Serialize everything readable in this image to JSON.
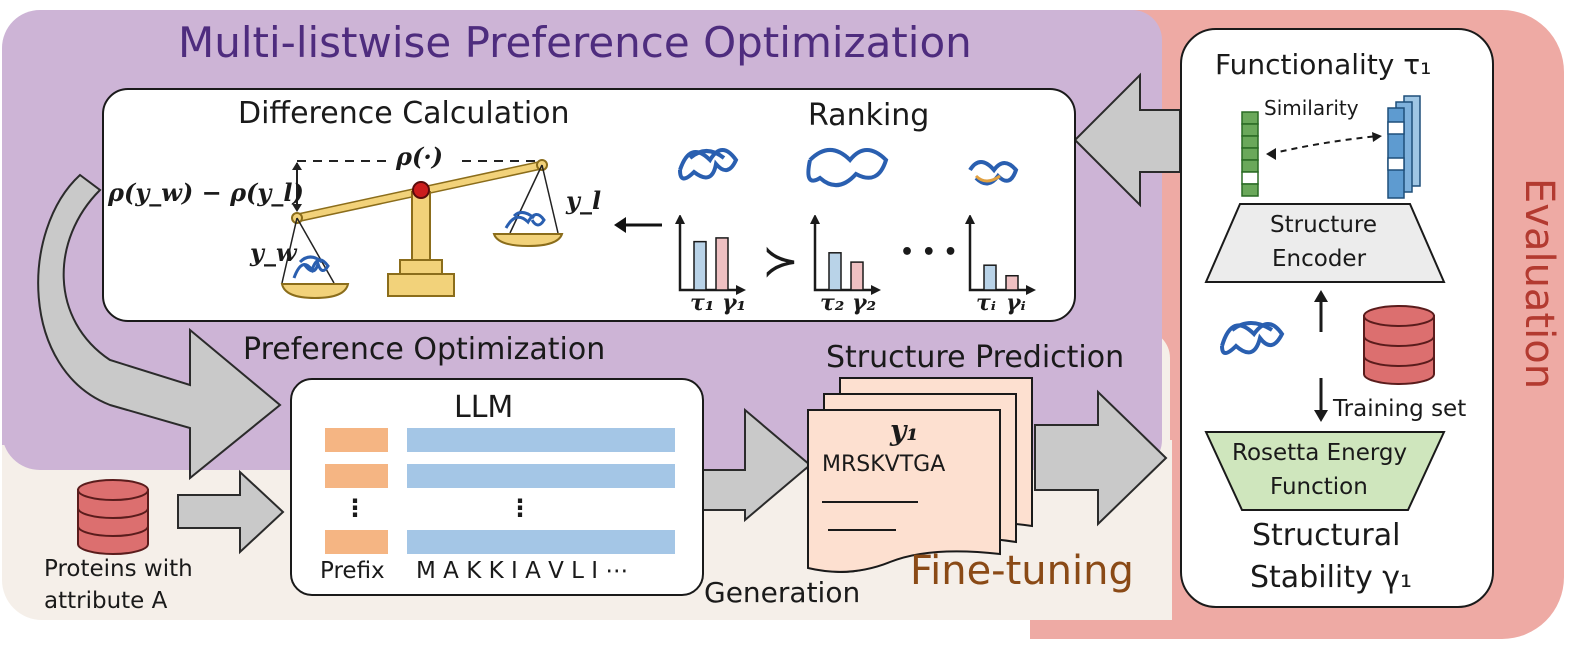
{
  "title": "Multi-listwise Preference Optimization",
  "evaluation_label": "Evaluation",
  "finetuning_label": "Fine-tuning",
  "difference": {
    "title": "Difference Calculation",
    "rho_formula": "ρ(y_w) − ρ(y_l)",
    "rho_op": "ρ(·)",
    "yw": "y_w",
    "yl": "y_l"
  },
  "ranking": {
    "title": "Ranking",
    "succ": "≻",
    "dots": "• • •",
    "charts": [
      {
        "tau": "τ₁",
        "gamma": "γ₁",
        "tau_value": 0.78,
        "gamma_value": 0.84
      },
      {
        "tau": "τ₂",
        "gamma": "γ₂",
        "tau_value": 0.6,
        "gamma_value": 0.45
      },
      {
        "tau": "τᵢ",
        "gamma": "γᵢ",
        "tau_value": 0.4,
        "gamma_value": 0.23
      }
    ]
  },
  "preference": {
    "title": "Preference Optimization"
  },
  "llm": {
    "title": "LLM",
    "vdots": "⋮",
    "prefix_label": "Prefix",
    "sequence": "M A K K I A V L I ⋯"
  },
  "input": {
    "label_line1": "Proteins with",
    "label_line2": "attribute A"
  },
  "generation_label": "Generation",
  "structure_prediction": {
    "title": "Structure Prediction",
    "y1": "y₁",
    "sequence": "MRSKVTGA"
  },
  "eval_panel": {
    "functionality": "Functionality τ₁",
    "similarity": "Similarity",
    "encoder_line1": "Structure",
    "encoder_line2": "Encoder",
    "training_set": "Training set",
    "rosetta_line1": "Rosetta Energy",
    "rosetta_line2": "Function",
    "stability_line1": "Structural",
    "stability_line2": "Stability γ₁"
  },
  "colors": {
    "purple_bg": "#cdb4d6",
    "beige_bg": "#f5efe9",
    "eval_bg": "#eeaaa4",
    "title_purple": "#4e2c7e",
    "finetune_brown": "#8a4a16",
    "eval_red": "#b33a30",
    "bar_blue": "#b9d3e8",
    "bar_pink": "#efc0c2",
    "prefix_orange": "#f5b583",
    "seq_blue": "#a4c6e6",
    "db_red": "#dc6f6f",
    "gold": "#f2d27a",
    "green_trap": "#cfe6bd",
    "doc_peach": "#fde0d0"
  }
}
